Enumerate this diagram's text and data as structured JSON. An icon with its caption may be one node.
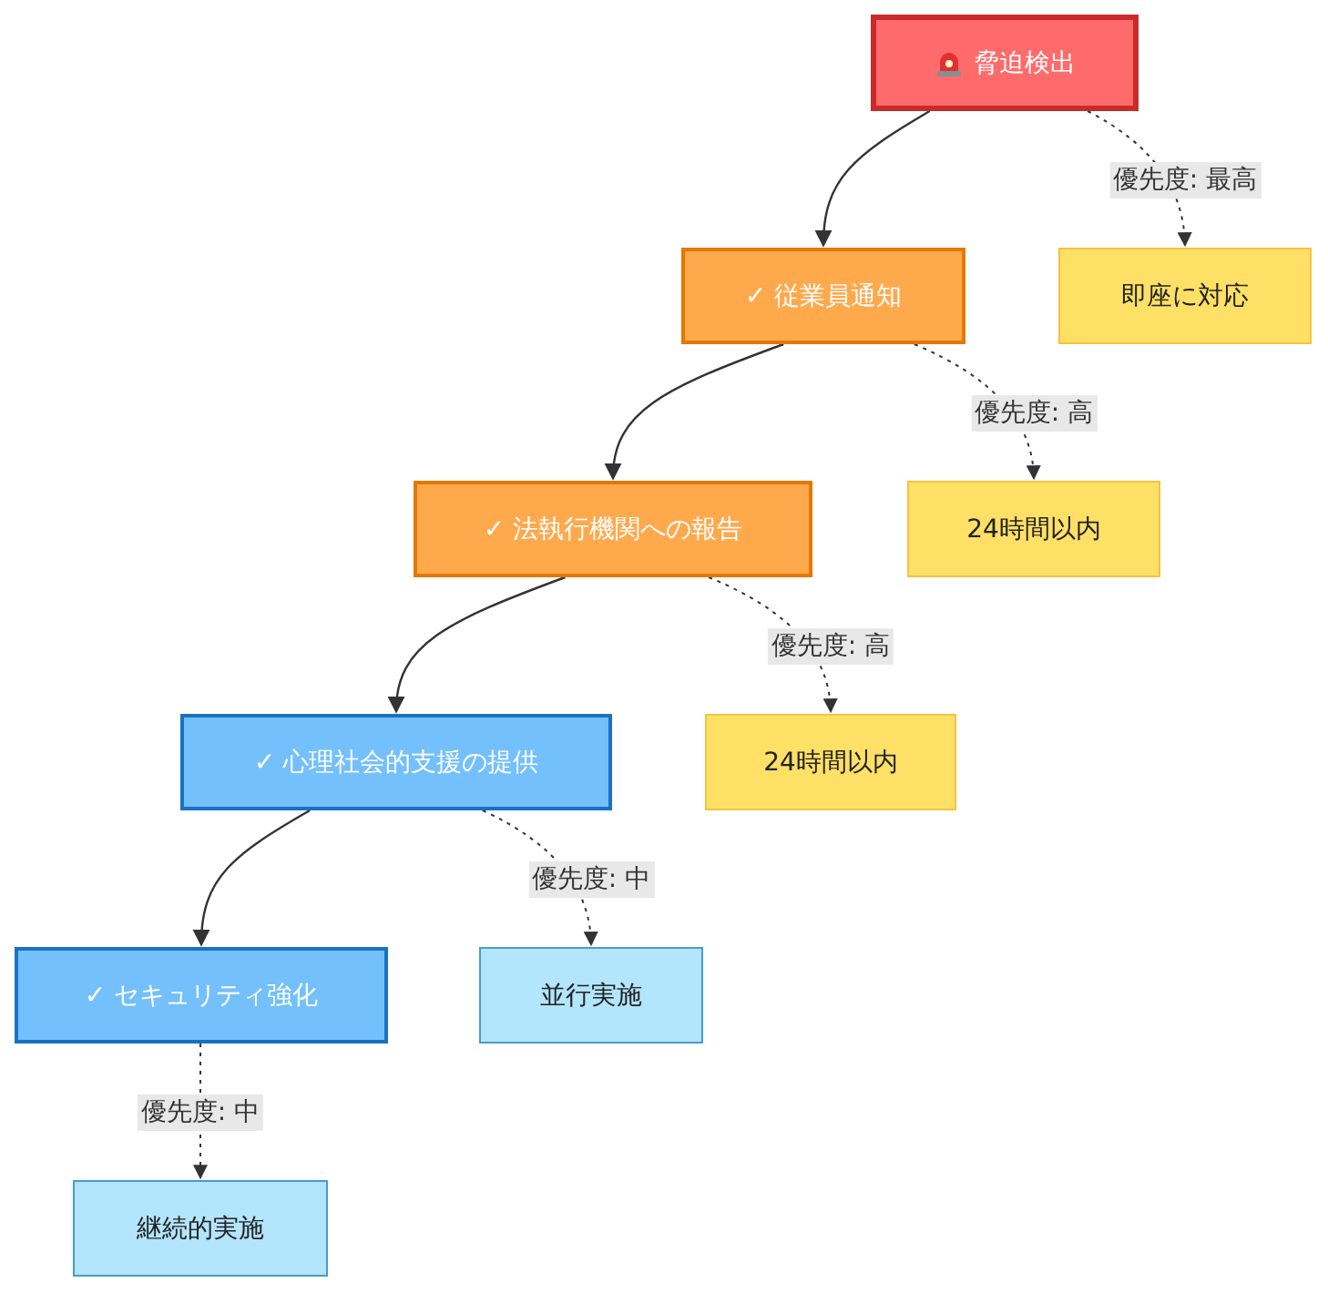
{
  "diagram": {
    "nodes": [
      {
        "text": [
          "脅迫検出"
        ]
      },
      {
        "text": [
          "✓ 従業員通知"
        ]
      },
      {
        "text": [
          "即座に対応"
        ]
      },
      {
        "text": [
          "✓ 法執行機関への報告"
        ]
      },
      {
        "text": [
          "24時間以内"
        ]
      },
      {
        "text": [
          "✓ 心理社会的支援の提供"
        ]
      },
      {
        "text": [
          "24時間以内"
        ]
      },
      {
        "text": [
          "✓ セキュリティ強化"
        ]
      },
      {
        "text": [
          "並行実施"
        ]
      },
      {
        "text": [
          "継続的実施"
        ]
      }
    ],
    "edges": [
      {
        "from": 0,
        "to": 1,
        "arrow": "to"
      },
      {
        "from": 0,
        "to": 2,
        "arrow": "to",
        "label": "優先度: 最高",
        "style": "dashed"
      },
      {
        "from": 1,
        "to": 3,
        "arrow": "to"
      },
      {
        "from": 1,
        "to": 4,
        "arrow": "to",
        "label": "優先度: 高",
        "style": "dashed"
      },
      {
        "from": 3,
        "to": 5,
        "arrow": "to"
      },
      {
        "from": 3,
        "to": 6,
        "arrow": "to",
        "label": "優先度: 高",
        "style": "dashed"
      },
      {
        "from": 5,
        "to": 7,
        "arrow": "to"
      },
      {
        "from": 5,
        "to": 8,
        "arrow": "to",
        "label": "優先度: 中",
        "style": "dashed"
      },
      {
        "from": 7,
        "to": 9,
        "arrow": "to",
        "label": "優先度: 中",
        "style": "dashed"
      }
    ]
  }
}
